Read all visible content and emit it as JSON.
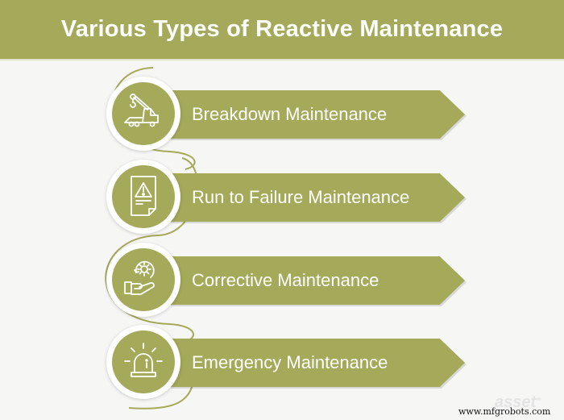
{
  "header": {
    "title": "Various Types of Reactive Maintenance"
  },
  "colors": {
    "accent": "#a4aa59",
    "background": "#f6f6f5",
    "text_on_accent": "#ffffff"
  },
  "items": [
    {
      "label": "Breakdown Maintenance",
      "icon": "tow-truck-icon"
    },
    {
      "label": "Run to Failure Maintenance",
      "icon": "warning-document-icon"
    },
    {
      "label": "Corrective Maintenance",
      "icon": "hand-gear-icon"
    },
    {
      "label": "Emergency Maintenance",
      "icon": "siren-icon"
    }
  ],
  "watermark": {
    "logo": "asset",
    "logo_mark": "∞",
    "url": "www.mfgrobots.com"
  }
}
